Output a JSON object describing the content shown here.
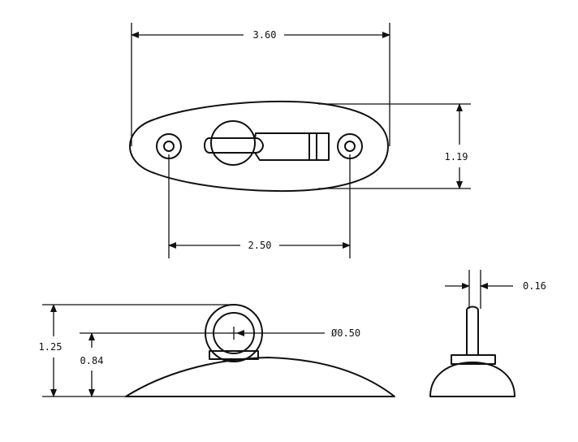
{
  "dimensions": {
    "top_length": "3.60",
    "top_height": "1.19",
    "hole_spacing": "2.50",
    "post_width": "0.16",
    "diameter": "Ø0.50",
    "side_height": "1.25",
    "center_height": "0.84"
  },
  "colors": {
    "line": "#111111",
    "background": "#ffffff"
  }
}
